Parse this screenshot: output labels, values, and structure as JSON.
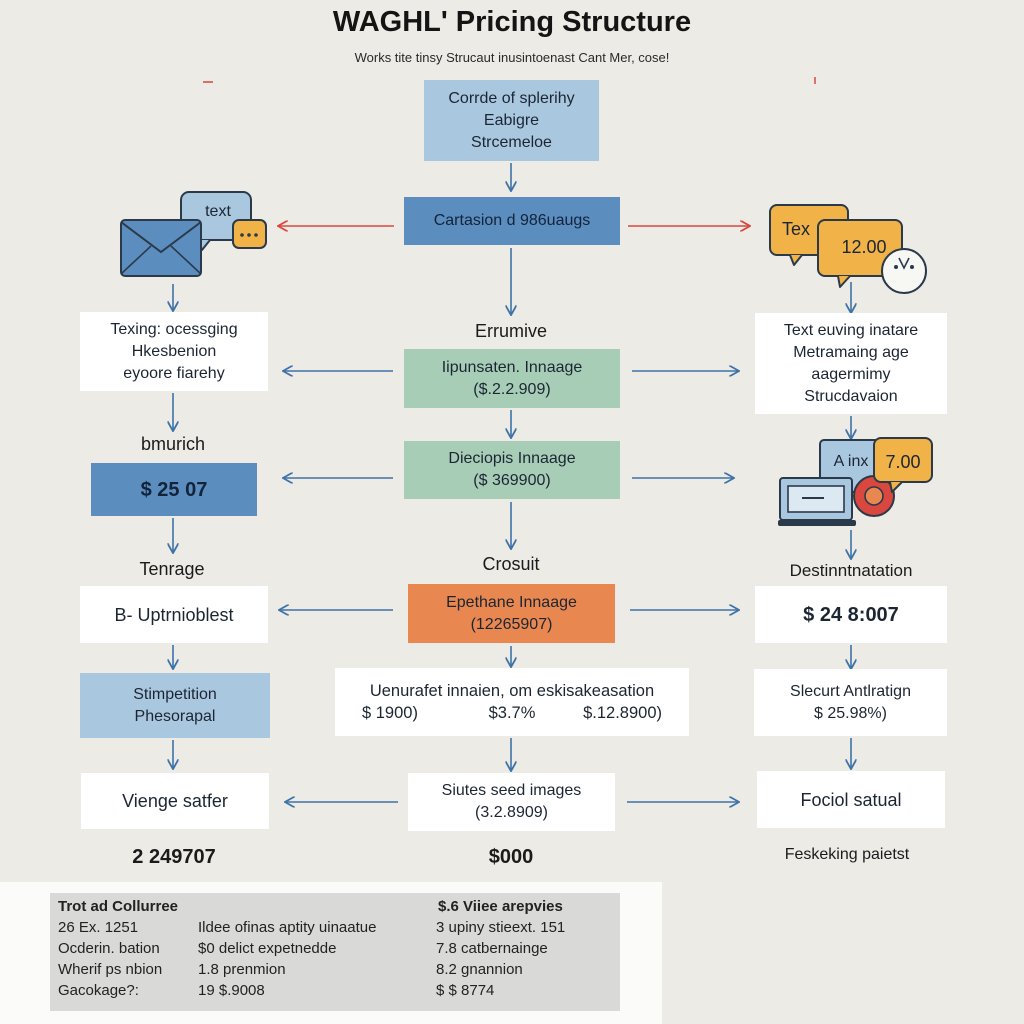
{
  "header": {
    "title": "WAGHL' Pricing Structure",
    "subtitle": "Works tite tinsy Strucaut inusintoenast Cant Mer, cose!"
  },
  "center": {
    "top_box": [
      "Corrde of splerihy",
      "Eabigre",
      "Strcemeloe"
    ],
    "main_box": "Cartasion d 986uaugs",
    "label_1": "Errumive",
    "green_1": {
      "line1": "Iipunsaten. Innaage",
      "line2": "($.2.2.909)"
    },
    "green_2": {
      "line1": "Dieciopis Innaage",
      "line2": "($ 369900)"
    },
    "label_2": "Crosuit",
    "orange_box": {
      "line1": "Epethane Innaage",
      "line2": "(12265907)"
    },
    "wide_box": {
      "line1": "Uenurafet innaien, om eskisakeasation",
      "values": [
        "$ 1900)",
        "$3.7%",
        "$.12.8900)"
      ]
    },
    "bottom_box": {
      "line1": "Siutes seed images",
      "line2": "(3.2.8909)"
    },
    "total": "$000"
  },
  "left": {
    "icon_bubble_text": "text",
    "box_1": [
      "Texing: ocessging",
      "Hkesbenion",
      "eyoore fiarehy"
    ],
    "label_1": "bmurich",
    "price_box": "$ 25 07",
    "label_2": "Tenrage",
    "box_2": "B- Uptrnioblest",
    "box_3": [
      "Stimpetition",
      "Phesorapal"
    ],
    "box_4": "Vienge satfer",
    "total": "2 249707"
  },
  "right": {
    "bubble_1": "Tex",
    "bubble_2": "12.00",
    "box_1": [
      "Text euving inatare",
      "Metramaing age",
      "aagermimy",
      "Strucdavaion"
    ],
    "laptop_text": "A inx",
    "bubble_3": "7.00",
    "label_1": "Destinntnatation",
    "price_box": "$ 24 8:007",
    "box_2": {
      "line1": "Slecurt Antlratign",
      "line2": "$ 25.98%)"
    },
    "box_3": "Fociol satual",
    "total": "Feskeking paietst"
  },
  "panel": {
    "headers": [
      "Trot ad Collurree",
      "$.6 Viiee arepvies"
    ],
    "rows": [
      [
        "26 Ex. 1251",
        "Ildee ofinas aptity uinaatue",
        "3 upiny stieext. 151"
      ],
      [
        "Ocderin. bation",
        "$0 delict expetnedde",
        "7.8 catbernainge"
      ],
      [
        "Wherif ps nbion",
        "1.8 prenmion",
        "8.2 gnannion"
      ],
      [
        "Gacokage?:",
        "19 $.9008",
        "$ $ 8774"
      ]
    ]
  },
  "colors": {
    "light_blue": "#a9c7df",
    "mid_blue": "#5c8dbf",
    "green": "#a7cdb7",
    "orange": "#e8874f",
    "arrow_blue": "#3f73a8",
    "arrow_red": "#d9473f",
    "bubble_yellow": "#f1b347"
  }
}
